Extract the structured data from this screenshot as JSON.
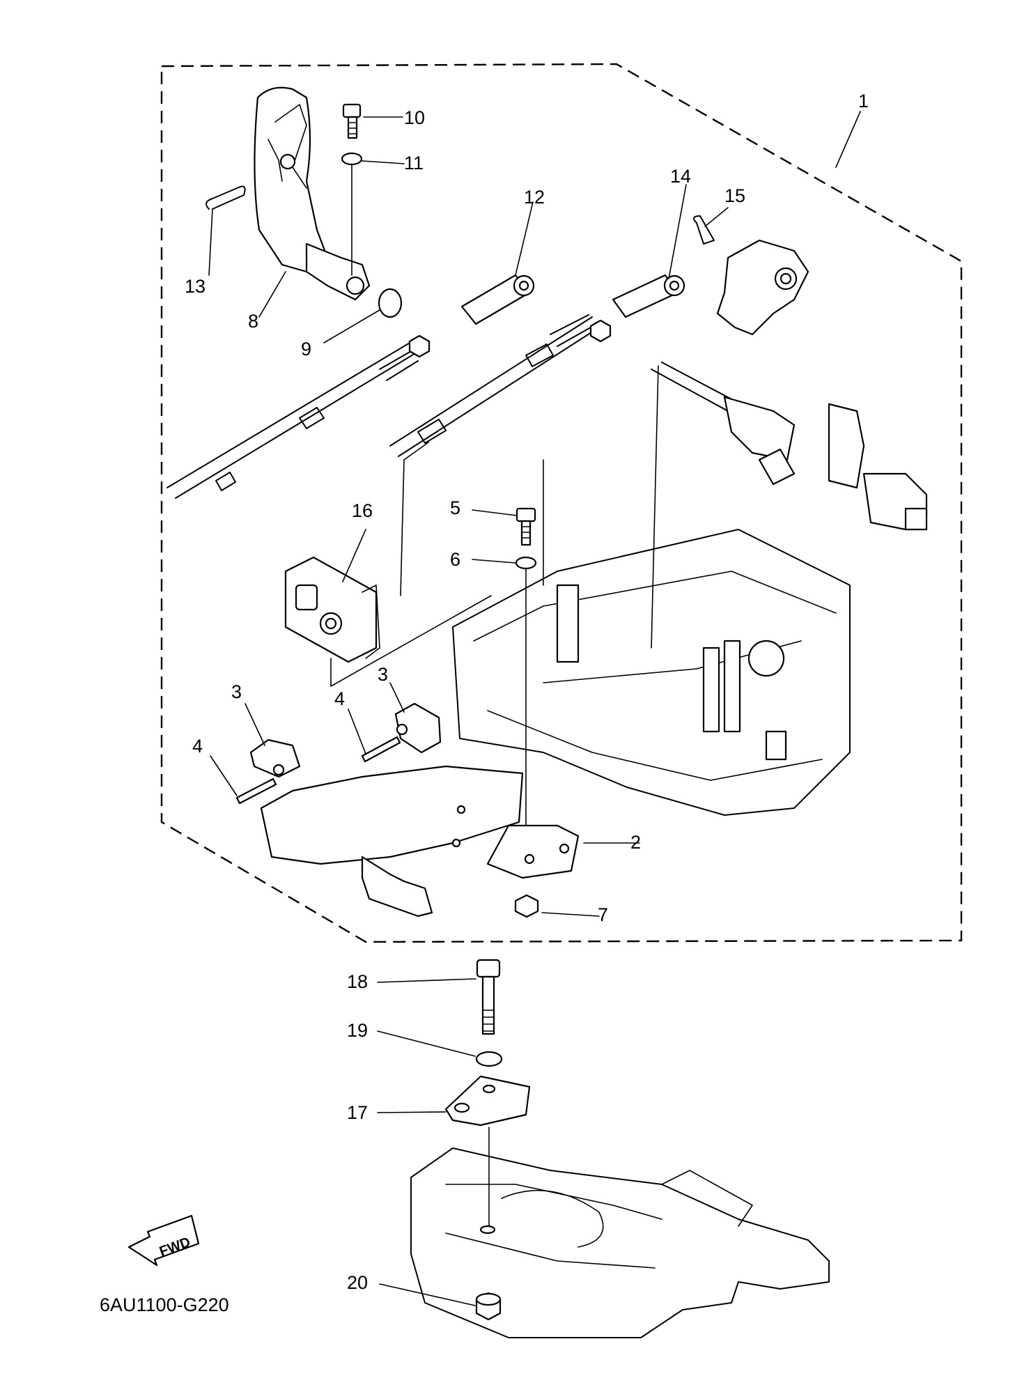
{
  "callouts": [
    {
      "id": "c1",
      "num": "1"
    },
    {
      "id": "c2",
      "num": "2"
    },
    {
      "id": "c3a",
      "num": "3"
    },
    {
      "id": "c3b",
      "num": "3"
    },
    {
      "id": "c4a",
      "num": "4"
    },
    {
      "id": "c4b",
      "num": "4"
    },
    {
      "id": "c5",
      "num": "5"
    },
    {
      "id": "c6",
      "num": "6"
    },
    {
      "id": "c7",
      "num": "7"
    },
    {
      "id": "c8",
      "num": "8"
    },
    {
      "id": "c9",
      "num": "9"
    },
    {
      "id": "c10",
      "num": "10"
    },
    {
      "id": "c11",
      "num": "11"
    },
    {
      "id": "c12",
      "num": "12"
    },
    {
      "id": "c13",
      "num": "13"
    },
    {
      "id": "c14",
      "num": "14"
    },
    {
      "id": "c15",
      "num": "15"
    },
    {
      "id": "c16",
      "num": "16"
    },
    {
      "id": "c17",
      "num": "17"
    },
    {
      "id": "c18",
      "num": "18"
    },
    {
      "id": "c19",
      "num": "19"
    },
    {
      "id": "c20",
      "num": "20"
    }
  ],
  "fwd_label": "FWD",
  "diagram_code": "6AU1100-G220"
}
